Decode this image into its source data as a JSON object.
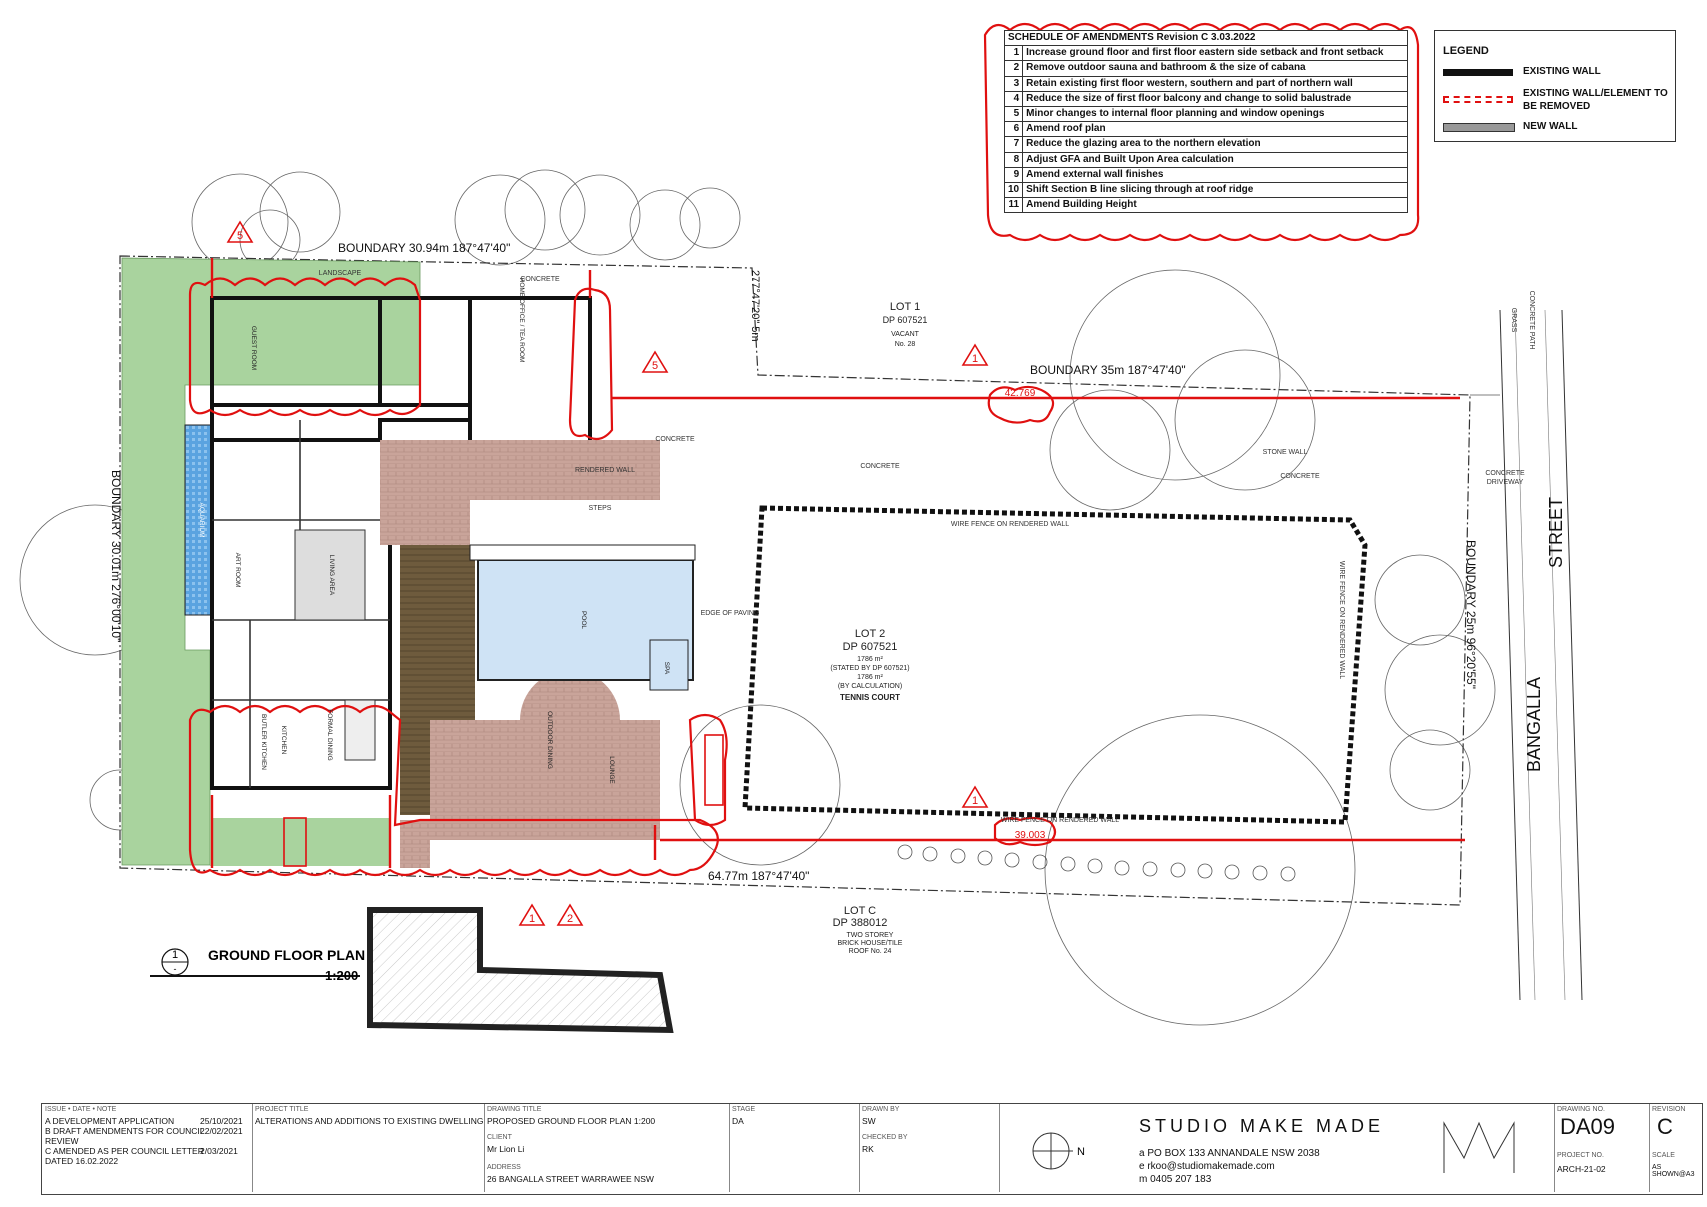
{
  "schedule": {
    "title": "SCHEDULE OF AMENDMENTS Revision C 3.03.2022",
    "items": [
      {
        "n": "1",
        "text": "Increase ground floor and first floor eastern side setback and front setback"
      },
      {
        "n": "2",
        "text": "Remove outdoor sauna and bathroom & the size of cabana"
      },
      {
        "n": "3",
        "text": "Retain existing first floor western, southern and part of northern wall"
      },
      {
        "n": "4",
        "text": "Reduce the size of first floor balcony and change to solid balustrade"
      },
      {
        "n": "5",
        "text": "Minor changes to internal floor planning and window openings"
      },
      {
        "n": "6",
        "text": "Amend roof plan"
      },
      {
        "n": "7",
        "text": "Reduce the glazing area to the northern elevation"
      },
      {
        "n": "8",
        "text": "Adjust GFA and Built Upon Area calculation"
      },
      {
        "n": "9",
        "text": "Amend external wall finishes"
      },
      {
        "n": "10",
        "text": "Shift Section B line slicing through at roof ridge"
      },
      {
        "n": "11",
        "text": "Amend Building Height"
      }
    ]
  },
  "legend": {
    "title": "LEGEND",
    "existing_wall": "EXISTING WALL",
    "remove_line1": "EXISTING WALL/ELEMENT TO",
    "remove_line2": "BE REMOVED",
    "new_wall": "NEW WALL"
  },
  "colors": {
    "amend_red": "#e01010",
    "landscape": "#a9d39e",
    "pool": "#cfe3f5",
    "paving": "#c9a49a",
    "deck": "#6f5a3c"
  },
  "plan": {
    "boundary_north": "BOUNDARY     30.94m    187°47'40\"",
    "boundary_west": "BOUNDARY   30.01m    276°00'10\"",
    "boundary_mid": "BOUNDARY     35m    187°47'40\"",
    "bearing_277": "277°47'20\"   5m",
    "boundary_east": "BOUNDARY   25m   96°20'55\"",
    "boundary_south": "64.77m       187°47'40\"",
    "bangalla": "BANGALLA",
    "street": "STREET",
    "lot1": "LOT 1",
    "lot1_dp": "DP 607521",
    "lot1_vacant": "VACANT",
    "lot1_no": "No. 28",
    "lot2": "LOT 2",
    "lot2_dp": "DP 607521",
    "lot2_area1": "1786 m²",
    "lot2_stated": "(STATED BY DP 607521)",
    "lot2_area2": "1786 m²",
    "lot2_calc": "(BY CALCULATION)",
    "tennis": "TENNIS COURT",
    "lotc": "LOT C",
    "lotc_dp": "DP 388012",
    "lotc_desc1": "TWO STOREY",
    "lotc_desc2": "BRICK HOUSE/TILE",
    "lotc_desc3": "ROOF No. 24",
    "concrete": "CONCRETE",
    "concrete_driveway1": "CONCRETE",
    "concrete_driveway2": "DRIVEWAY",
    "stone_wall": "STONE     WALL",
    "rendered_wall": "RENDERED WALL",
    "wire_fence_top": "WIRE  FENCE  ON  RENDERED  WALL",
    "wire_fence_bottom": "WIRE  FENCE  ON  RENDERED  WALL",
    "wire_fence_side": "WIRE  FENCE  ON  RENDERED  WALL",
    "landscape": "LANDSCAPE",
    "dim_top": "42.769",
    "dim_bottom": "39.003",
    "guest_room": "GUEST ROOM",
    "home_office": "HOME OFFICE / TEA ROOM",
    "art_room": "ART ROOM",
    "living_area": "LIVING AREA",
    "aquarium": "AQUARIUM",
    "kitchen": "KITCHEN",
    "butler": "BUTLER KITCHEN",
    "formal_dining": "FORMAL DINING",
    "pool": "POOL",
    "spa": "SPA",
    "outdoor_dining": "OUTDOOR DINING",
    "lounge": "LOUNGE",
    "steps": "STEPS",
    "edge_paving": "EDGE OF PAVING",
    "grass": "GRASS",
    "concrete_path": "CONCRETE PATH",
    "plan_num": "1",
    "plan_dash": "-",
    "plan_title": "GROUND FLOOR PLAN",
    "plan_scale": "1:200"
  },
  "tags": {
    "t1": "1",
    "t2": "2",
    "t5": "5"
  },
  "titleblock": {
    "issue_hdr": "ISSUE • DATE • NOTE",
    "issue_a": "A DEVELOPMENT APPLICATION",
    "issue_a_date": "25/10/2021",
    "issue_b": "B DRAFT AMENDMENTS FOR COUNCIL",
    "issue_b_date": "22/02/2021",
    "issue_review": "REVIEW",
    "issue_c": "C AMENDED AS PER COUNCIL LETTER",
    "issue_c_date": "2/03/2021",
    "issue_c2": "DATED 16.02.2022",
    "project_hdr": "PROJECT TITLE",
    "project": "ALTERATIONS AND ADDITIONS TO EXISTING DWELLING",
    "drawing_hdr": "DRAWING TITLE",
    "drawing": "PROPOSED GROUND FLOOR PLAN 1:200",
    "client_hdr": "CLIENT",
    "client": "Mr Lion Li",
    "address_hdr": "ADDRESS",
    "address": "26 BANGALLA STREET WARRAWEE NSW",
    "stage_hdr": "STAGE",
    "stage": "DA",
    "drawn_hdr": "DRAWN BY",
    "drawn": "SW",
    "checked_hdr": "CHECKED BY",
    "checked": "RK",
    "north": "N",
    "studio": "STUDIO MAKE MADE",
    "addr_a": "a   PO BOX 133 ANNANDALE NSW 2038",
    "addr_e": "e   rkoo@studiomakemade.com",
    "addr_m": "m   0405 207 183",
    "logo": "MM",
    "dwgno_hdr": "DRAWING NO.",
    "dwgno": "DA09",
    "rev_hdr": "REVISION",
    "rev": "C",
    "projno_hdr": "PROJECT NO.",
    "projno": "ARCH-21-02",
    "scale_hdr": "SCALE",
    "scale": "AS SHOWN@A3"
  }
}
